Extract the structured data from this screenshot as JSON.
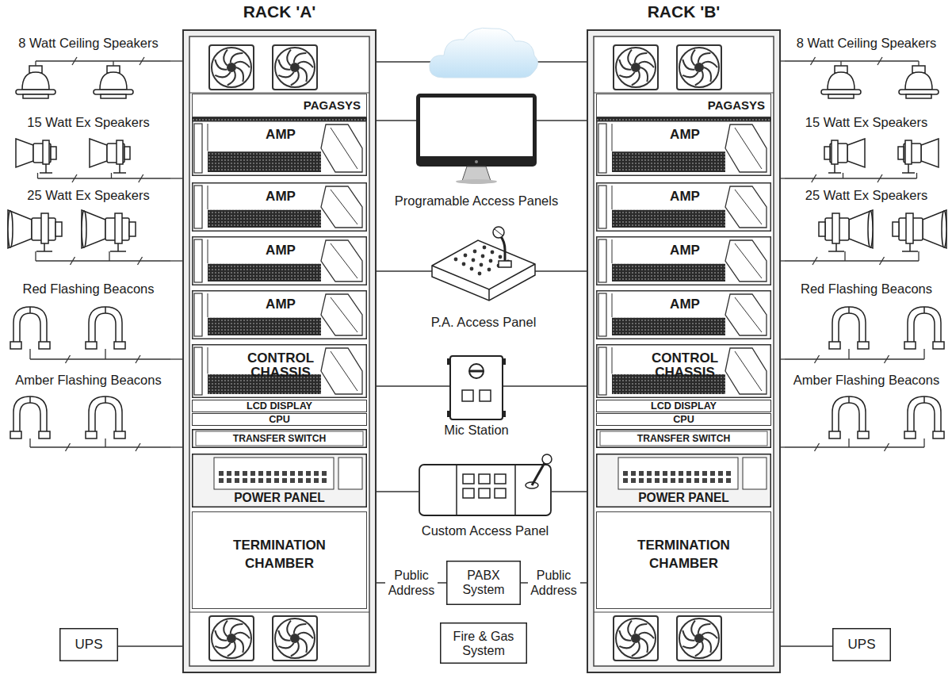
{
  "diagram": {
    "nodes": [
      {
        "text": [
          "RACK 'A'"
        ]
      },
      {
        "text": [
          "PAGASYS"
        ],
        "in": 0
      },
      {
        "text": [
          "AMP"
        ],
        "in": 0
      },
      {
        "text": [
          "AMP"
        ],
        "in": 0
      },
      {
        "text": [
          "AMP"
        ],
        "in": 0
      },
      {
        "text": [
          "AMP"
        ],
        "in": 0
      },
      {
        "text": [
          "CONTROL CHASSIS"
        ],
        "in": 0
      },
      {
        "text": [
          "LCD DISPLAY"
        ],
        "in": 0
      },
      {
        "text": [
          "CPU"
        ],
        "in": 0
      },
      {
        "text": [
          "TRANSFER SWITCH"
        ],
        "in": 0
      },
      {
        "text": [
          "POWER PANEL"
        ],
        "in": 0
      },
      {
        "text": [
          "TERMINATION CHAMBER"
        ],
        "in": 0
      },
      {
        "text": [
          "RACK 'B'"
        ]
      },
      {
        "text": [
          "PAGASYS"
        ],
        "in": 12
      },
      {
        "text": [
          "AMP"
        ],
        "in": 12
      },
      {
        "text": [
          "AMP"
        ],
        "in": 12
      },
      {
        "text": [
          "AMP"
        ],
        "in": 12
      },
      {
        "text": [
          "AMP"
        ],
        "in": 12
      },
      {
        "text": [
          "CONTROL CHASSIS"
        ],
        "in": 12
      },
      {
        "text": [
          "LCD DISPLAY"
        ],
        "in": 12
      },
      {
        "text": [
          "CPU"
        ],
        "in": 12
      },
      {
        "text": [
          "TRANSFER SWITCH"
        ],
        "in": 12
      },
      {
        "text": [
          "POWER PANEL"
        ],
        "in": 12
      },
      {
        "text": [
          "TERMINATION CHAMBER"
        ],
        "in": 12
      },
      {
        "text": [
          "8 Watt Ceiling Speakers"
        ]
      },
      {
        "text": [
          "15 Watt Ex Speakers"
        ]
      },
      {
        "text": [
          "25 Watt Ex Speakers"
        ]
      },
      {
        "text": [
          "Red Flashing Beacons"
        ]
      },
      {
        "text": [
          "Amber Flashing Beacons"
        ]
      },
      {
        "text": [
          "UPS"
        ]
      },
      {
        "text": [
          "Programable Access Panels"
        ]
      },
      {
        "text": [
          "P.A. Access Panel"
        ]
      },
      {
        "text": [
          "Mic Station"
        ]
      },
      {
        "text": [
          "Custom Access Panel"
        ]
      },
      {
        "text": [
          "PABX System"
        ]
      },
      {
        "text": [
          "Fire & Gas System"
        ]
      },
      {
        "text": [
          "8 Watt Ceiling Speakers"
        ]
      },
      {
        "text": [
          "15 Watt Ex Speakers"
        ]
      },
      {
        "text": [
          "25 Watt Ex Speakers"
        ]
      },
      {
        "text": [
          "Red Flashing Beacons"
        ]
      },
      {
        "text": [
          "Amber Flashing Beacons"
        ]
      },
      {
        "text": [
          "UPS"
        ]
      }
    ],
    "edges": [
      {
        "from": 24,
        "to": 0,
        "arrow": "none"
      },
      {
        "from": 25,
        "to": 0,
        "arrow": "none"
      },
      {
        "from": 26,
        "to": 0,
        "arrow": "none"
      },
      {
        "from": 27,
        "to": 0,
        "arrow": "none"
      },
      {
        "from": 28,
        "to": 0,
        "arrow": "none"
      },
      {
        "from": 29,
        "to": 0,
        "arrow": "none"
      },
      {
        "from": 0,
        "to": 30,
        "arrow": "none"
      },
      {
        "from": 30,
        "to": 12,
        "arrow": "none"
      },
      {
        "from": 0,
        "to": 31,
        "arrow": "none"
      },
      {
        "from": 31,
        "to": 12,
        "arrow": "none"
      },
      {
        "from": 0,
        "to": 32,
        "arrow": "none"
      },
      {
        "from": 32,
        "to": 12,
        "arrow": "none"
      },
      {
        "from": 0,
        "to": 33,
        "arrow": "none"
      },
      {
        "from": 33,
        "to": 12,
        "arrow": "none"
      },
      {
        "from": 0,
        "to": 34,
        "label": "Public Address",
        "arrow": "none"
      },
      {
        "from": 34,
        "to": 12,
        "label": "Public Address",
        "arrow": "none"
      },
      {
        "from": 36,
        "to": 12,
        "arrow": "none"
      },
      {
        "from": 37,
        "to": 12,
        "arrow": "none"
      },
      {
        "from": 38,
        "to": 12,
        "arrow": "none"
      },
      {
        "from": 39,
        "to": 12,
        "arrow": "none"
      },
      {
        "from": 40,
        "to": 12,
        "arrow": "none"
      },
      {
        "from": 41,
        "to": 12,
        "arrow": "none"
      }
    ]
  }
}
